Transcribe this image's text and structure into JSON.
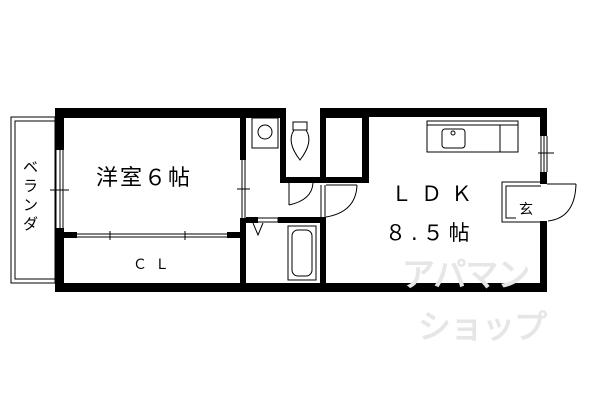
{
  "floorplan": {
    "rooms": {
      "western_room": {
        "name": "洋室",
        "size": "6帖",
        "label": "洋室６帖"
      },
      "ldk": {
        "name": "ＬＤＫ",
        "size": "8.5帖",
        "label_line1": "ＬＤＫ",
        "label_line2": "８.５帖"
      },
      "closet": {
        "label": "ＣＬ"
      },
      "veranda": {
        "label": "ベランダ"
      },
      "entrance": {
        "label": "玄"
      }
    },
    "watermark": {
      "line1": "アパマン",
      "line2": "ショップ",
      "color": "#e6e6e6"
    },
    "colors": {
      "wall": "#000000",
      "background": "#ffffff"
    }
  }
}
